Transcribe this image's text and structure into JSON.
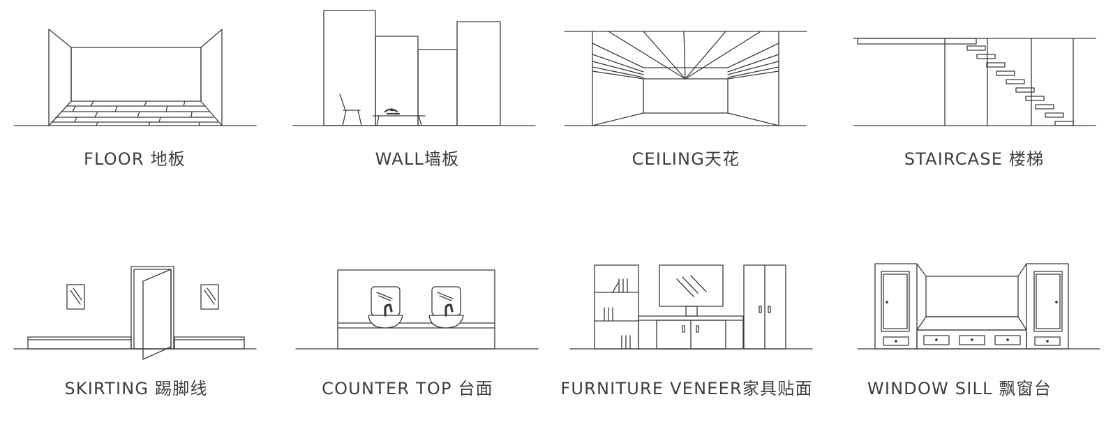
{
  "colors": {
    "line": "#3a3a3a",
    "label": "#3d3d3d",
    "background": "#ffffff"
  },
  "tiles": [
    {
      "id": "floor",
      "label": "FLOOR 地板"
    },
    {
      "id": "wall",
      "label": "WALL墙板"
    },
    {
      "id": "ceiling",
      "label": "CEILING天花"
    },
    {
      "id": "staircase",
      "label": "STAIRCASE 楼梯"
    },
    {
      "id": "skirting",
      "label": "SKIRTING 踢脚线"
    },
    {
      "id": "counter-top",
      "label": "COUNTER TOP 台面"
    },
    {
      "id": "furniture-veneer",
      "label": "FURNITURE VENEER家具贴面"
    },
    {
      "id": "window-sill",
      "label": "WINDOW SILL 飘窗台"
    }
  ]
}
